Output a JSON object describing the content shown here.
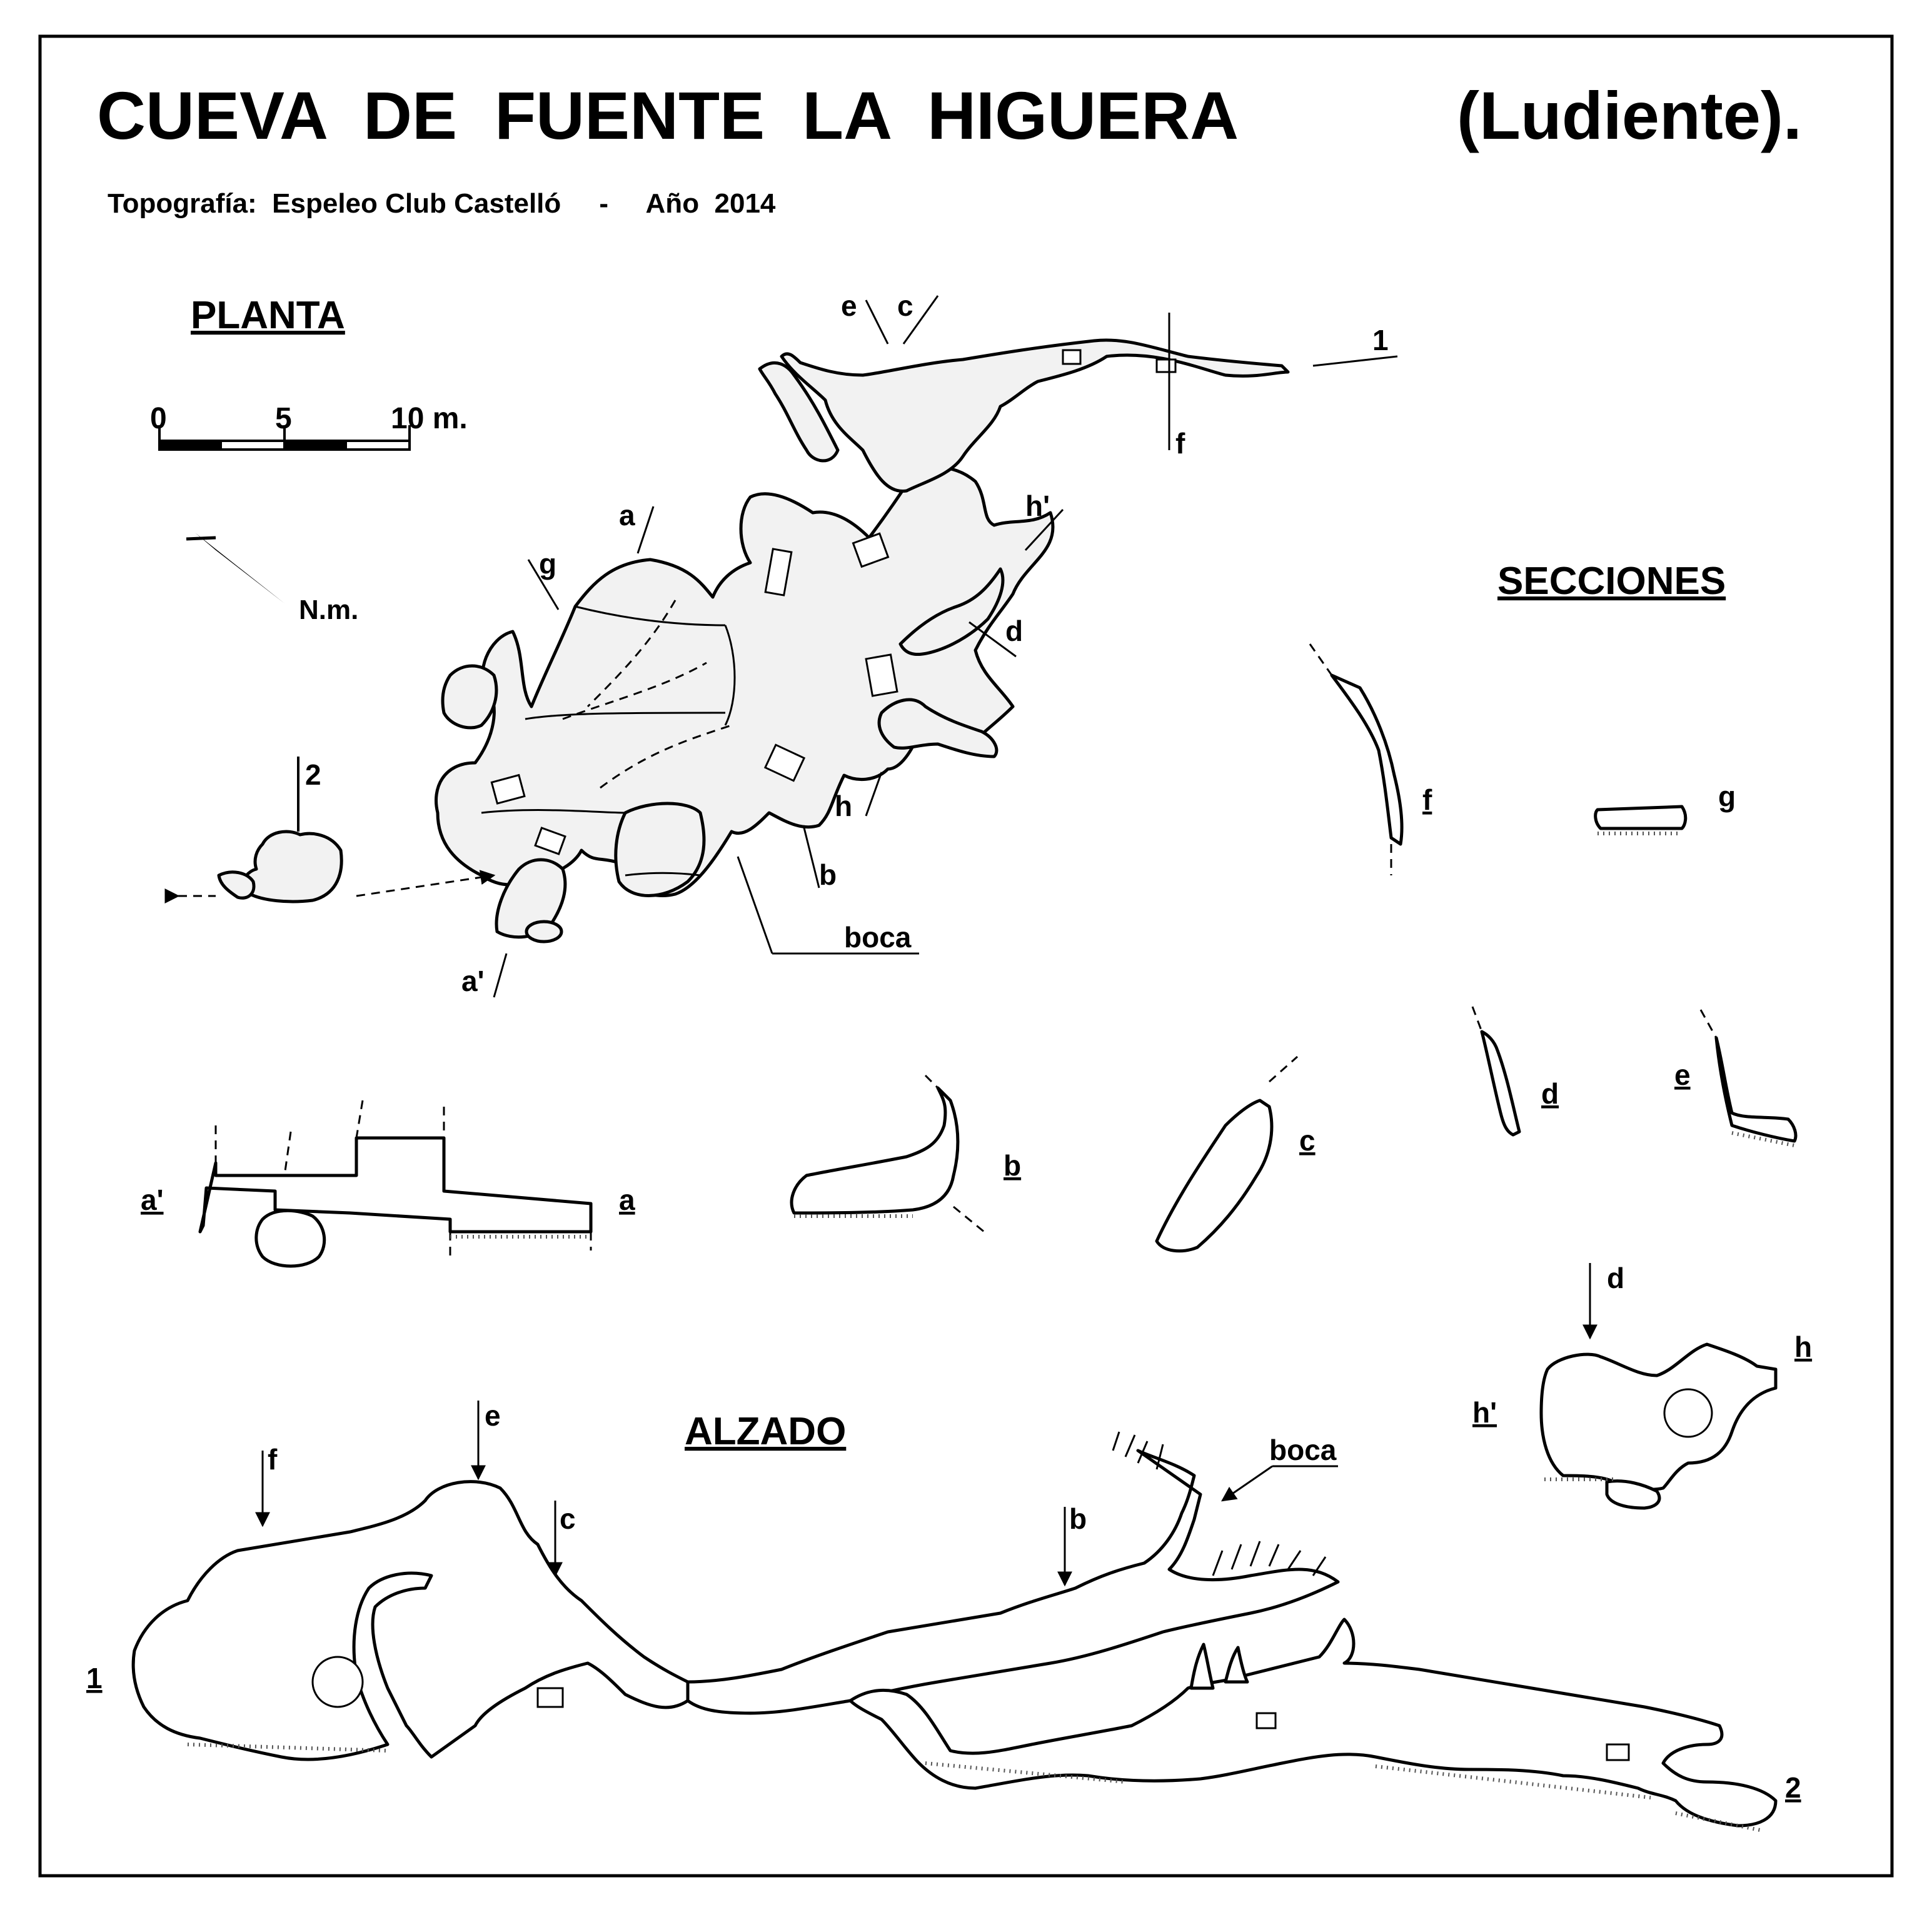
{
  "header": {
    "title": "CUEVA  DE  FUENTE  LA  HIGUERA",
    "title_suffix": "(Ludiente).",
    "credits": "Topografía:  Espeleo Club Castelló     -     Año  2014"
  },
  "plan": {
    "heading": "PLANTA",
    "scale_labels": [
      "0",
      "5",
      "10 m."
    ],
    "north_label": "N.m.",
    "entrance_label": "boca",
    "section_marks": {
      "a": "a",
      "a_prime": "a'",
      "b": "b",
      "c": "c",
      "d": "d",
      "e": "e",
      "f": "f",
      "g": "g",
      "h": "h",
      "h_prime": "h'",
      "end1": "1",
      "end2": "2"
    }
  },
  "sections": {
    "heading": "SECCIONES",
    "labels": {
      "a": "a",
      "a_prime": "a'",
      "b": "b",
      "c": "c",
      "d": "d",
      "e": "e",
      "f": "f",
      "g": "g",
      "h": "h",
      "h_prime": "h'",
      "d_marker": "d"
    }
  },
  "elevation": {
    "heading": "ALZADO",
    "entrance_label": "boca",
    "end_labels": [
      "1",
      "2"
    ],
    "section_marks": {
      "f": "f",
      "e": "e",
      "c": "c",
      "b": "b"
    }
  },
  "colors": {
    "ink": "#000000",
    "fill": "#f2f2f2",
    "paper": "#ffffff"
  }
}
